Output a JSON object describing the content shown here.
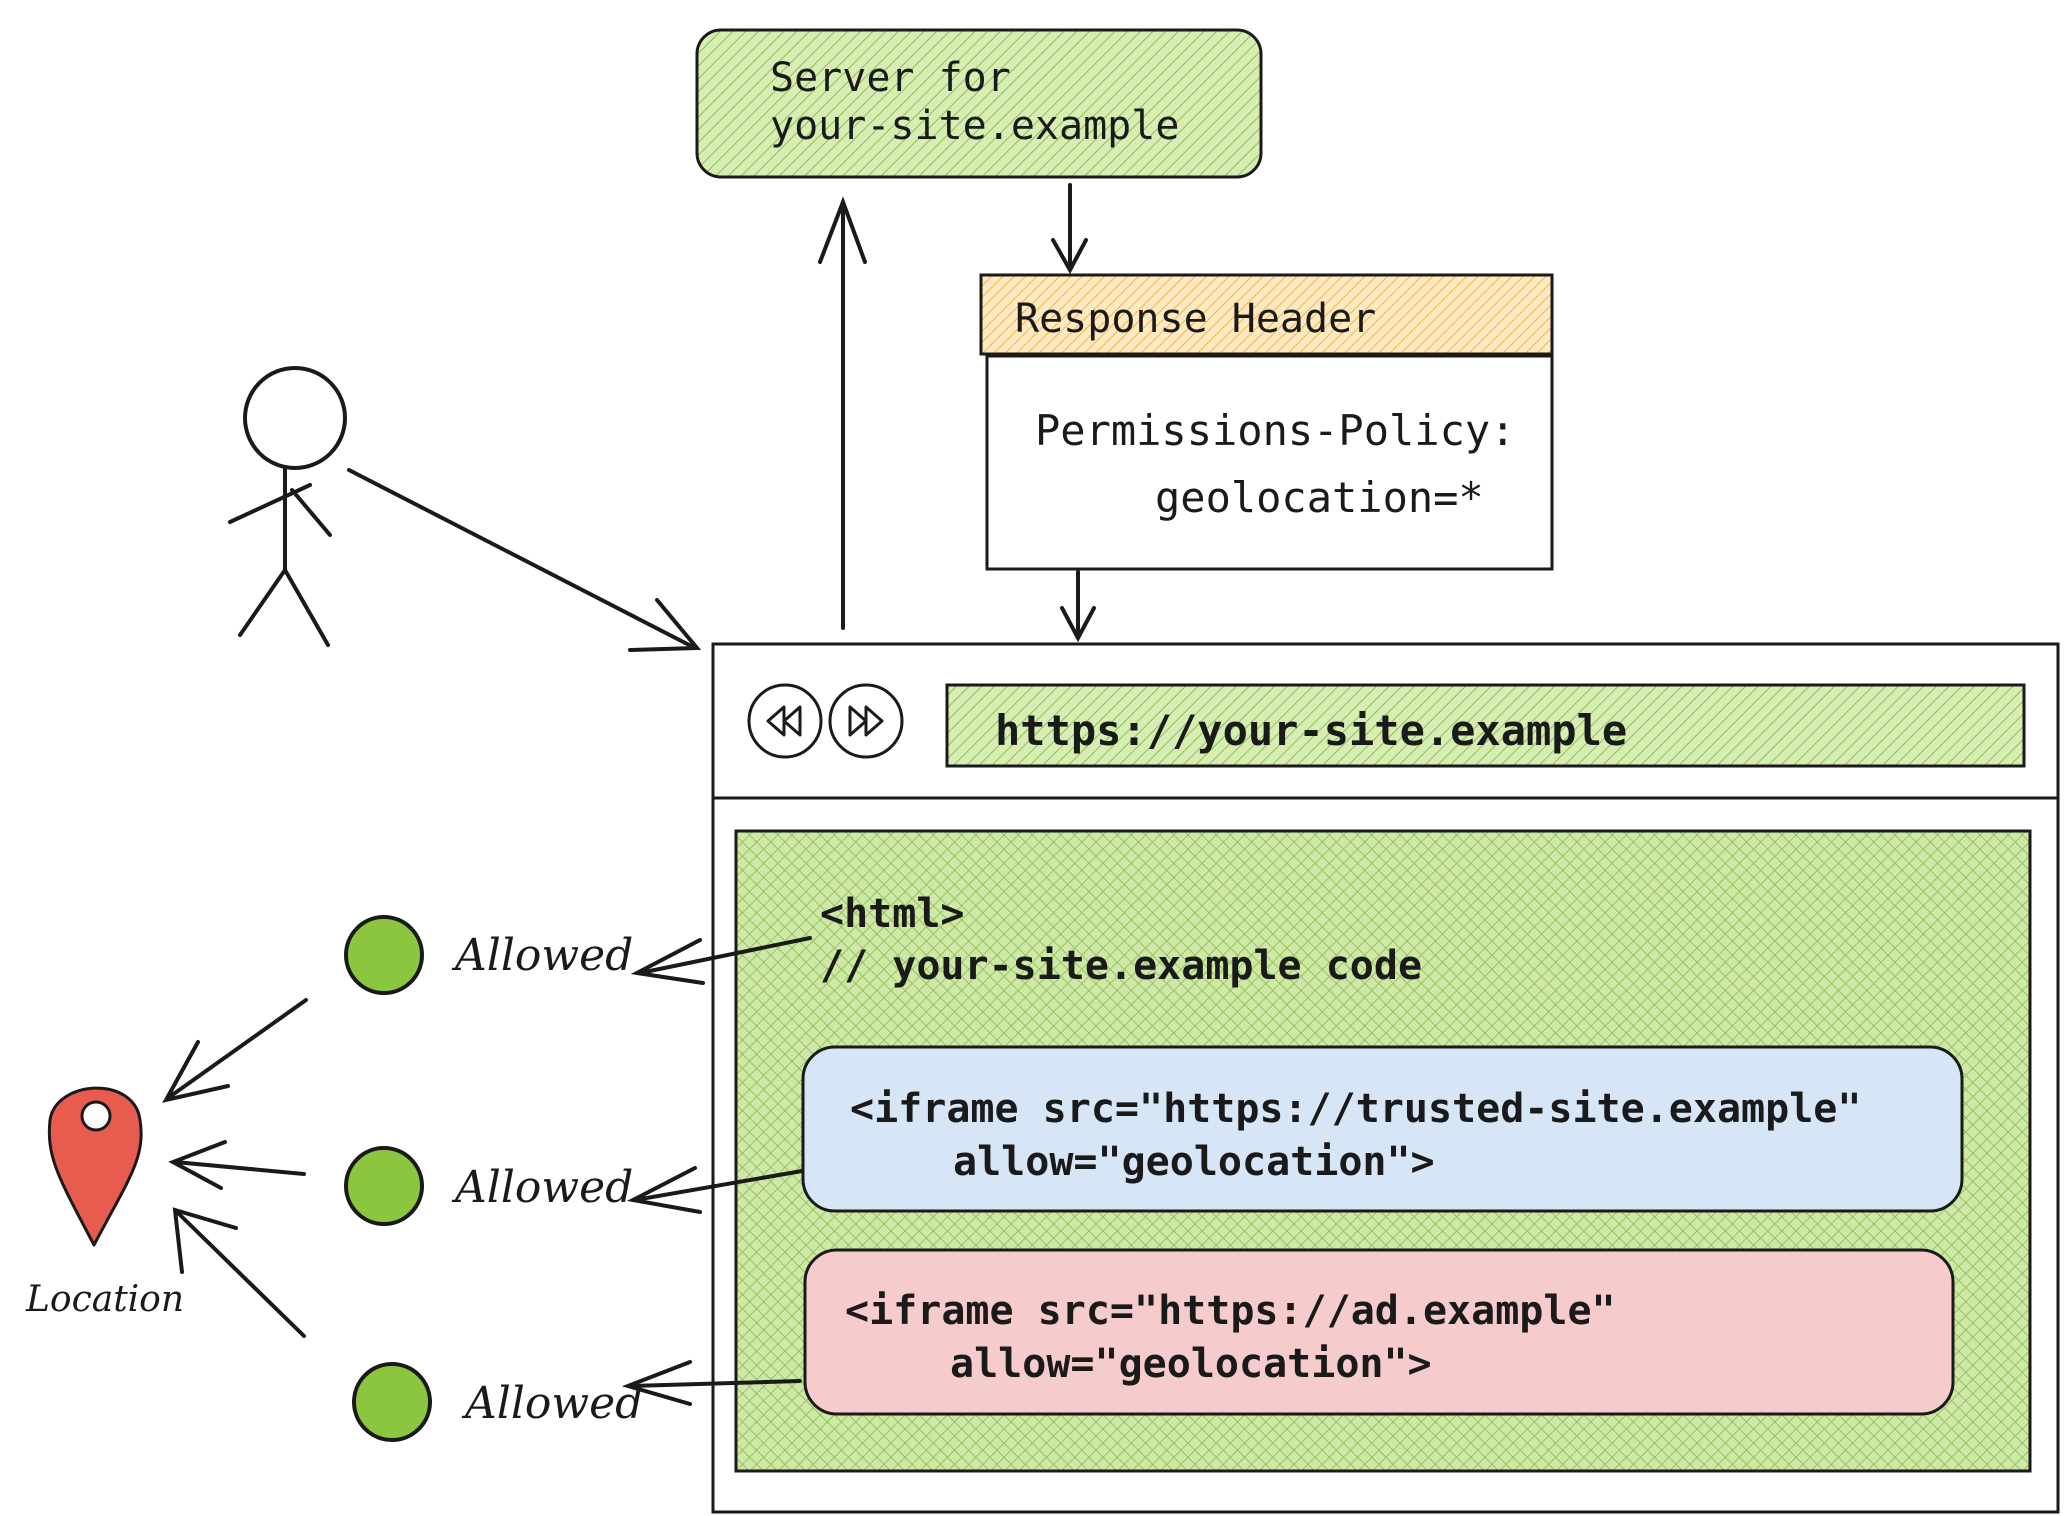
{
  "server": {
    "line1": "Server for",
    "line2": "your-site.example"
  },
  "response_header": {
    "title": "Response Header",
    "line1": "Permissions-Policy:",
    "line2": "geolocation=*"
  },
  "browser": {
    "url": "https://your-site.example",
    "code_line1": "<html>",
    "code_line2": "// your-site.example code",
    "iframe_trusted": {
      "line1": "<iframe src=\"https://trusted-site.example\"",
      "line2": "allow=\"geolocation\">"
    },
    "iframe_ad": {
      "line1": "<iframe src=\"https://ad.example\"",
      "line2": "allow=\"geolocation\">"
    }
  },
  "statuses": [
    {
      "label": "Allowed"
    },
    {
      "label": "Allowed"
    },
    {
      "label": "Allowed"
    }
  ],
  "location_label": "Location",
  "colors": {
    "green_fill": "#cfe8a8",
    "green_hatch": "#8cc152",
    "orange_hatch": "#f5b642",
    "blue_fill": "#d6e6f7",
    "pink_fill": "#f5cccb",
    "dot_green": "#8cc63f",
    "pin_red": "#e85c4f"
  }
}
